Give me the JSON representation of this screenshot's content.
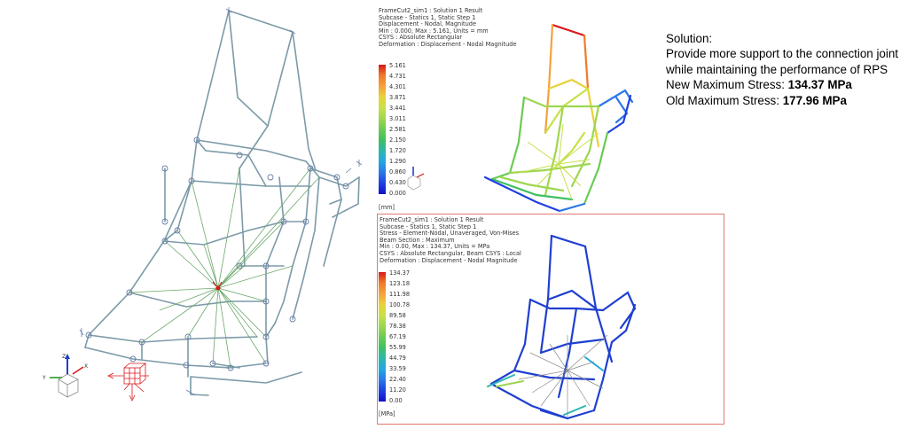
{
  "top_panel": {
    "header_lines": [
      "FrameCut2_sim1 : Solution 1 Result",
      "Subcase - Statics 1, Static Step 1",
      "Displacement - Nodal, Magnitude",
      "Min : 0.000, Max : 5.161, Units = mm",
      "CSYS : Absolute Rectangular",
      "Deformation : Displacement - Nodal Magnitude"
    ],
    "legend_ticks": [
      "5.161",
      "4.731",
      "4.301",
      "3.871",
      "3.441",
      "3.011",
      "2.581",
      "2.150",
      "1.720",
      "1.290",
      "0.860",
      "0.430",
      "0.000"
    ],
    "unit": "[mm]"
  },
  "bottom_panel": {
    "header_lines": [
      "FrameCut2_sim1 : Solution 1 Result",
      "Subcase - Statics 1, Static Step 1",
      "Stress - Element-Nodal, Unaveraged, Von-Mises",
      "Beam Section : Maximum",
      "Min : 0.00, Max : 134.37, Units = MPa",
      "CSYS : Absolute Rectangular, Beam CSYS : Local",
      "Deformation : Displacement - Nodal Magnitude"
    ],
    "legend_ticks": [
      "134.37",
      "123.18",
      "111.98",
      "100.78",
      "89.58",
      "78.38",
      "67.19",
      "55.99",
      "44.79",
      "33.59",
      "22.40",
      "11.20",
      "0.00"
    ],
    "unit": "[MPa]"
  },
  "solution": {
    "heading": "Solution:",
    "description": "Provide more support to the connection joint while maintaining the performance of RPS",
    "new_label": "New Maximum Stress: ",
    "new_value": "134.37 MPa",
    "old_label": "Old Maximum Stress: ",
    "old_value": "177.96 MPa"
  },
  "triad_labels": {
    "x": "X",
    "y": "Y",
    "z": "Z"
  },
  "colors": {
    "frame_steel": "#7c9aa8",
    "mesh_green": "#6aa86a",
    "stress_blue": "#1f3fd0",
    "highlight_red": "#e07a72",
    "legend_gradient": [
      "#d7191c",
      "#f07a28",
      "#f4a23a",
      "#e8d23a",
      "#c8e04a",
      "#9ed650",
      "#6acb52",
      "#3fc060",
      "#2ab8b0",
      "#22a8e0",
      "#2a78e8",
      "#2040e0",
      "#1010c8"
    ]
  }
}
